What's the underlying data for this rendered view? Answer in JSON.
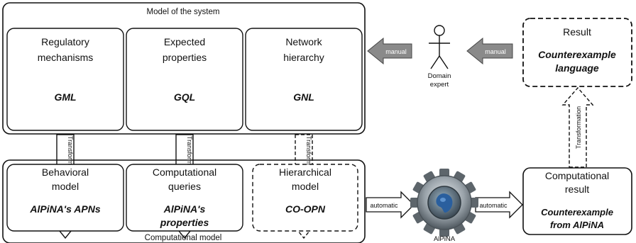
{
  "system_model": {
    "title": "Model of the system",
    "boxes": [
      {
        "line1": "Regulatory",
        "line2": "mechanisms",
        "lang": "GML"
      },
      {
        "line1": "Expected",
        "line2": "properties",
        "lang": "GQL"
      },
      {
        "line1": "Network",
        "line2": "hierarchy",
        "lang": "GNL"
      }
    ]
  },
  "computational_model": {
    "title": "Computational model",
    "boxes": [
      {
        "line1": "Behavioral",
        "line2": "model",
        "lang": "AlPiNA's APNs"
      },
      {
        "line1": "Computational",
        "line2": "queries",
        "lang1": "AlPiNA's",
        "lang2": "properties"
      },
      {
        "line1": "Hierarchical",
        "line2": "model",
        "lang": "CO-OPN"
      }
    ]
  },
  "transformation_label": "Transformation",
  "domain_expert": {
    "line1": "Domain",
    "line2": "expert",
    "icon": "stick-figure-icon"
  },
  "manual_label": "manual",
  "automatic_label": "automatic",
  "alpina": {
    "label": "AlPiNA",
    "icon": "gear-icon"
  },
  "result": {
    "title": "Result",
    "line1": "Counterexample",
    "line2": "language"
  },
  "computational_result": {
    "line1": "Computational",
    "line2": "result",
    "b1": "Counterexample",
    "b2": "from AlPiNA"
  }
}
